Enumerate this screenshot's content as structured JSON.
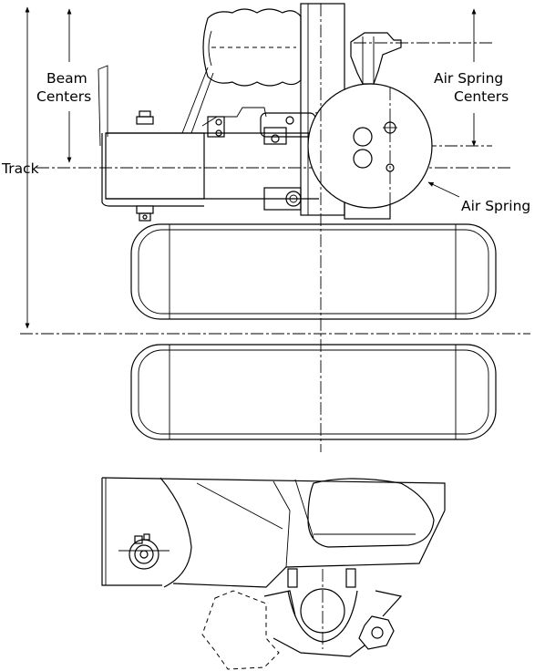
{
  "labels": {
    "beam_centers": [
      "Beam",
      "Centers"
    ],
    "air_spring_centers": [
      "Air Spring",
      "Centers"
    ],
    "track": "Track",
    "air_spring": "Air Spring"
  }
}
